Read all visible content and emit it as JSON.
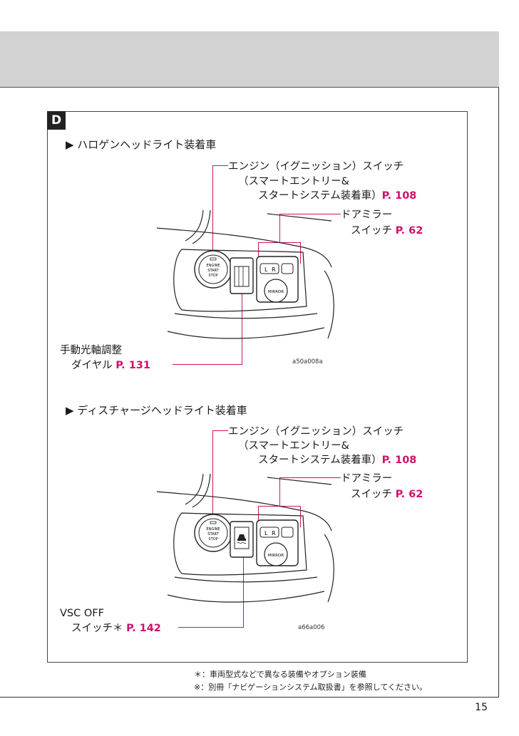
{
  "section": {
    "badge": "D"
  },
  "halogen": {
    "heading": "▶ ハロゲンヘッドライト装着車",
    "engine_line1": "エンジン（イグニッション）スイッチ",
    "engine_line2": "（スマートエントリー&",
    "engine_line3": "スタートシステム装着車）",
    "engine_ref": "P. 108",
    "mirror_line1": "ドアミラー",
    "mirror_line2": "スイッチ",
    "mirror_ref": "P. 62",
    "dial_line1": "手動光軸調整",
    "dial_line2": "ダイヤル",
    "dial_ref": "P. 131",
    "image_code": "a50a008a"
  },
  "discharge": {
    "heading": "▶ ディスチャージヘッドライト装着車",
    "engine_line1": "エンジン（イグニッション）スイッチ",
    "engine_line2": "（スマートエントリー&",
    "engine_line3": "スタートシステム装着車）",
    "engine_ref": "P. 108",
    "mirror_line1": "ドアミラー",
    "mirror_line2": "スイッチ",
    "mirror_ref": "P. 62",
    "vsc_line1": "VSC OFF",
    "vsc_line2": "スイッチ",
    "vsc_asterisk": "＊",
    "vsc_ref": "P. 142",
    "image_code": "a66a006"
  },
  "diagram_labels": {
    "engine": "ENGINE",
    "start": "START",
    "stop": "STOP",
    "mirror": "MIRROR",
    "left": "L",
    "right": "R"
  },
  "notes": {
    "note1": "＊：車両型式などで異なる装備やオプション装備",
    "note2": "※：別冊「ナビゲーションシステム取扱書」を参照してください。"
  },
  "page_number": "15"
}
